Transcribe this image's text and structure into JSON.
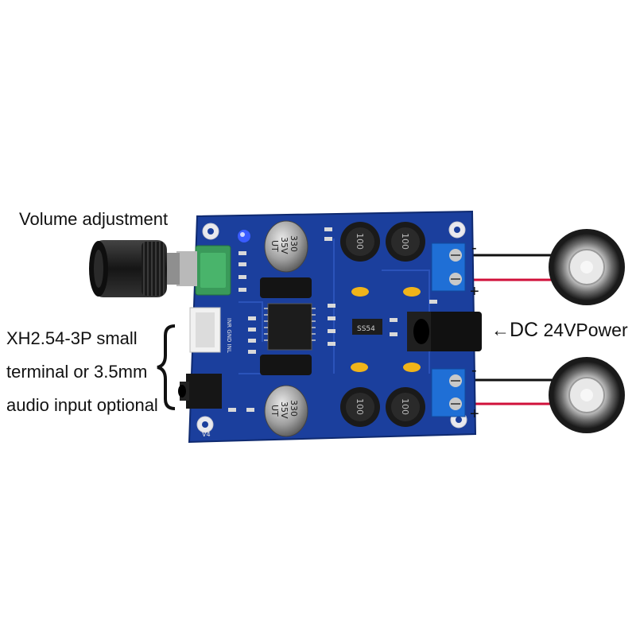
{
  "labels": {
    "volume": "Volume adjustment",
    "input_line1": "XH2.54-3P small",
    "input_line2": "terminal or 3.5mm",
    "input_line3": "audio input optional",
    "dc_arrow": "←",
    "dc_prefix": "DC",
    "dc_rest": " 24VPower"
  },
  "terminals": {
    "minus": "-",
    "plus": "+"
  },
  "board": {
    "cap_text_line1": "330",
    "cap_text_line2": "35V",
    "cap_text_line3": "UT",
    "inductor_text": "100",
    "version": "V4",
    "pin_labels": "INR GND INL",
    "diode": "SS54"
  },
  "colors": {
    "pcb": "#1a3f9a",
    "terminal_block": "#1f6fd6",
    "pot_body": "#3a9a5a",
    "red_wire": "#d0103a",
    "black_wire": "#111111"
  },
  "icons": [
    "speaker-icon",
    "speaker-icon",
    "brace-icon",
    "arrow-left-icon"
  ]
}
